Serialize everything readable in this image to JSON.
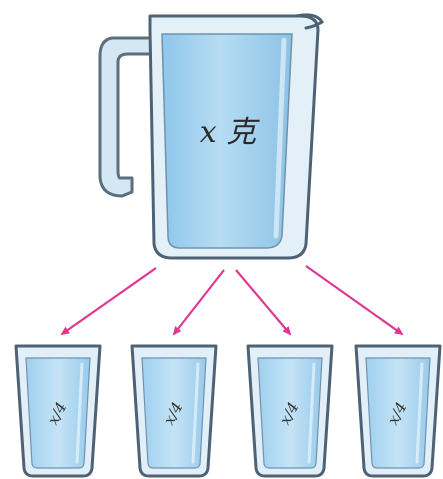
{
  "pitcher": {
    "label": "x 克"
  },
  "cups": [
    {
      "label": "x/4"
    },
    {
      "label": "x/4"
    },
    {
      "label": "x/4"
    },
    {
      "label": "x/4"
    }
  ],
  "colors": {
    "water": "#a8d4ef",
    "glass_outline": "#5a6f80",
    "glass_rim": "#dcebf4",
    "arrow": "#e0388f"
  }
}
